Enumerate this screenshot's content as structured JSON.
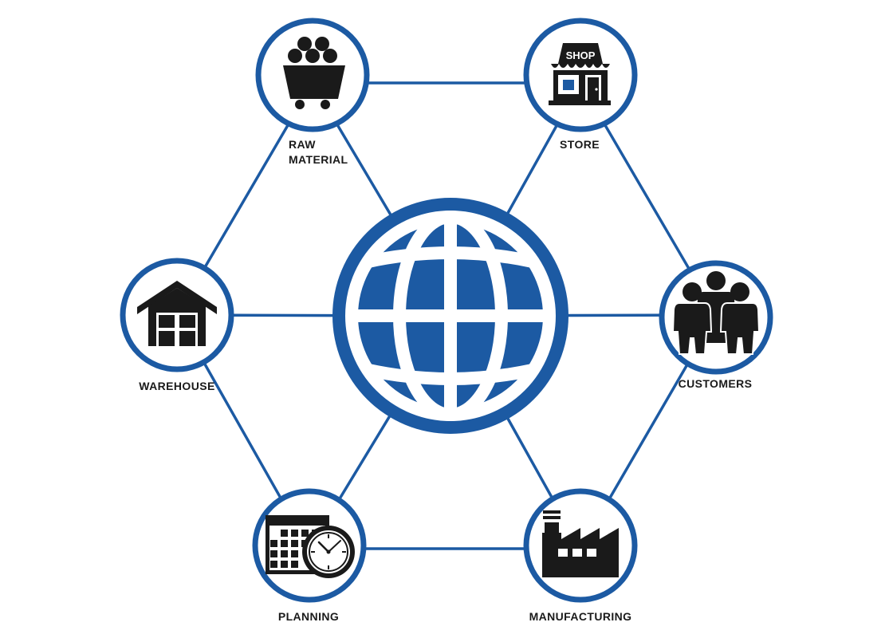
{
  "diagram": {
    "center_icon": "globe-icon",
    "nodes": [
      {
        "id": "raw-material",
        "icon": "mining-cart-icon",
        "label_lines": [
          "RAW",
          "MATERIAL"
        ]
      },
      {
        "id": "store",
        "icon": "shop-icon",
        "label_lines": [
          "STORE"
        ],
        "sign_text": "SHOP"
      },
      {
        "id": "customers",
        "icon": "people-icon",
        "label_lines": [
          "CUSTOMERS"
        ]
      },
      {
        "id": "manufacturing",
        "icon": "factory-icon",
        "label_lines": [
          "MANUFACTURING"
        ]
      },
      {
        "id": "planning",
        "icon": "calendar-clock-icon",
        "label_lines": [
          "PLANNING"
        ]
      },
      {
        "id": "warehouse",
        "icon": "warehouse-icon",
        "label_lines": [
          "WAREHOUSE"
        ]
      }
    ]
  },
  "colors": {
    "accent": "#1c5aa3",
    "icon": "#1a1a1a",
    "background": "#ffffff"
  }
}
